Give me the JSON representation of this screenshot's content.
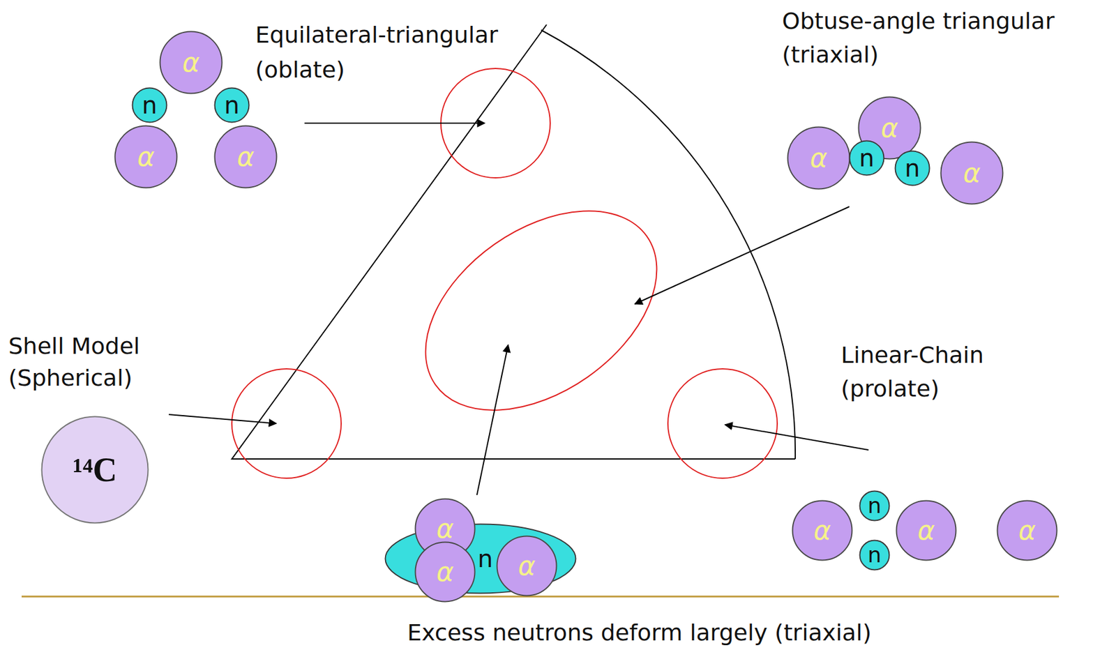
{
  "diagram": {
    "nodes": [
      {
        "text": [
          "α"
        ]
      },
      {
        "text": [
          "n"
        ]
      },
      {
        "text": [
          "n"
        ]
      },
      {
        "text": [
          "α"
        ]
      },
      {
        "text": [
          "α"
        ]
      },
      {
        "text": [
          "α"
        ]
      },
      {
        "text": [
          "α"
        ]
      },
      {
        "text": [
          "n"
        ]
      },
      {
        "text": [
          "n"
        ]
      },
      {
        "text": [
          "α"
        ]
      },
      {
        "text": [
          "¹⁴C"
        ]
      },
      {
        "text": [
          "n"
        ]
      },
      {
        "text": [
          "α"
        ]
      },
      {
        "text": [
          "α"
        ]
      },
      {
        "text": [
          "α"
        ]
      },
      {
        "text": [
          "α"
        ]
      },
      {
        "text": [
          "n"
        ]
      },
      {
        "text": [
          "n"
        ]
      },
      {
        "text": [
          "α"
        ]
      },
      {
        "text": [
          "α"
        ]
      }
    ],
    "labels": [
      "Equilateral-triangular",
      "(oblate)",
      "Obtuse-angle triangular",
      "(triaxial)",
      "Shell Model",
      "(Spherical)",
      "Linear-Chain",
      "(prolate)",
      "Excess neutrons deform largely (triaxial)"
    ]
  }
}
